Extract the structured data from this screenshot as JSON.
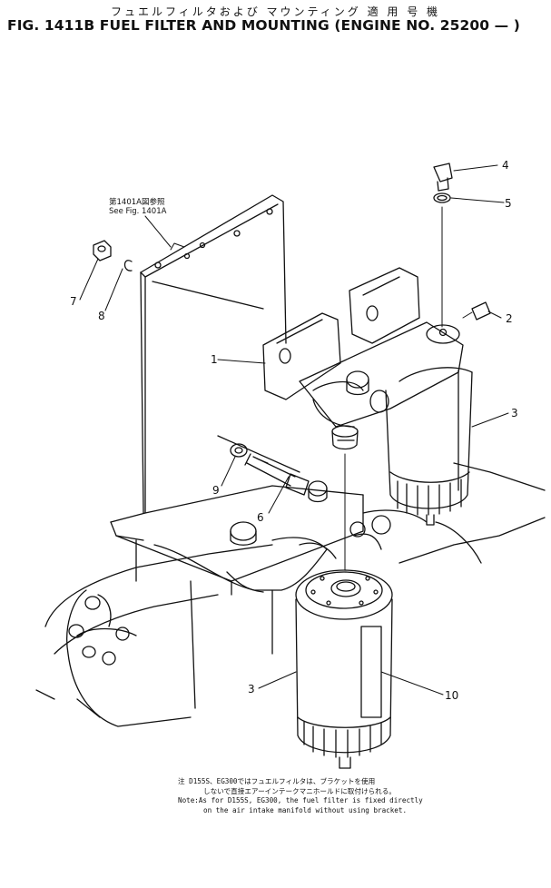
{
  "header": {
    "jp_title": "フュエルフィルタおよび マウンティング 適 用 号 機",
    "fig_title": "FIG. 1411B  FUEL FILTER AND MOUNTING (ENGINE NO. 25200 — )"
  },
  "reference": {
    "jp": "第1401A図参照",
    "en": "See Fig. 1401A"
  },
  "callouts": [
    "1",
    "2",
    "3",
    "3",
    "4",
    "5",
    "6",
    "7",
    "8",
    "9",
    "10"
  ],
  "note": {
    "jp_line1": "注   D155S、EG300ではフュエルフィルタは、ブラケットを使用",
    "jp_line2": "しないで直接エアーインテークマニホールドに取付けられる。",
    "en_line1": "Note:As for D155S, EG300, the fuel filter is fixed directly",
    "en_line2": "on the air intake manifold without using bracket."
  }
}
